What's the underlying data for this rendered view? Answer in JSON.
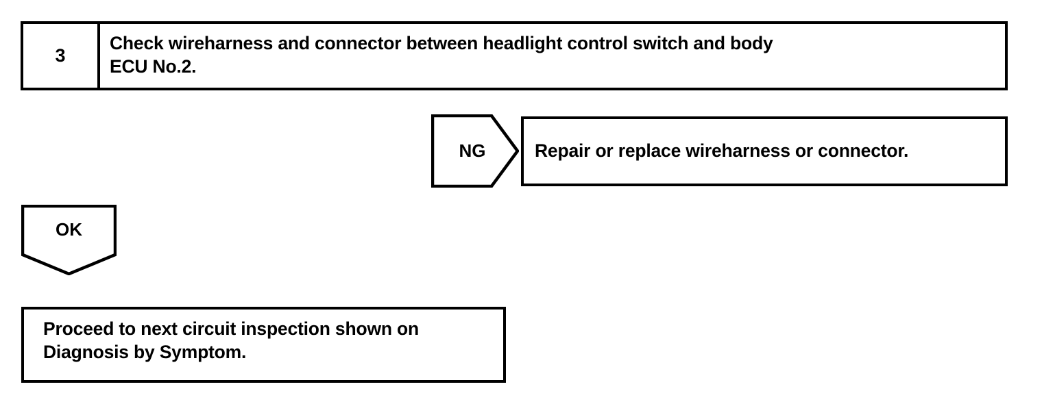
{
  "document": {
    "type": "diagnostic-flowchart",
    "background_color": "#ffffff",
    "line_color": "#000000"
  },
  "step": {
    "number": "3",
    "instruction": "Check wireharness and connector between headlight control switch and body\nECU No.2."
  },
  "branches": {
    "ng": {
      "label": "NG",
      "result": "Repair or replace wireharness or connector."
    },
    "ok": {
      "label": "OK",
      "result": "Proceed to next circuit inspection shown on\nDiagnosis by Symptom."
    }
  }
}
